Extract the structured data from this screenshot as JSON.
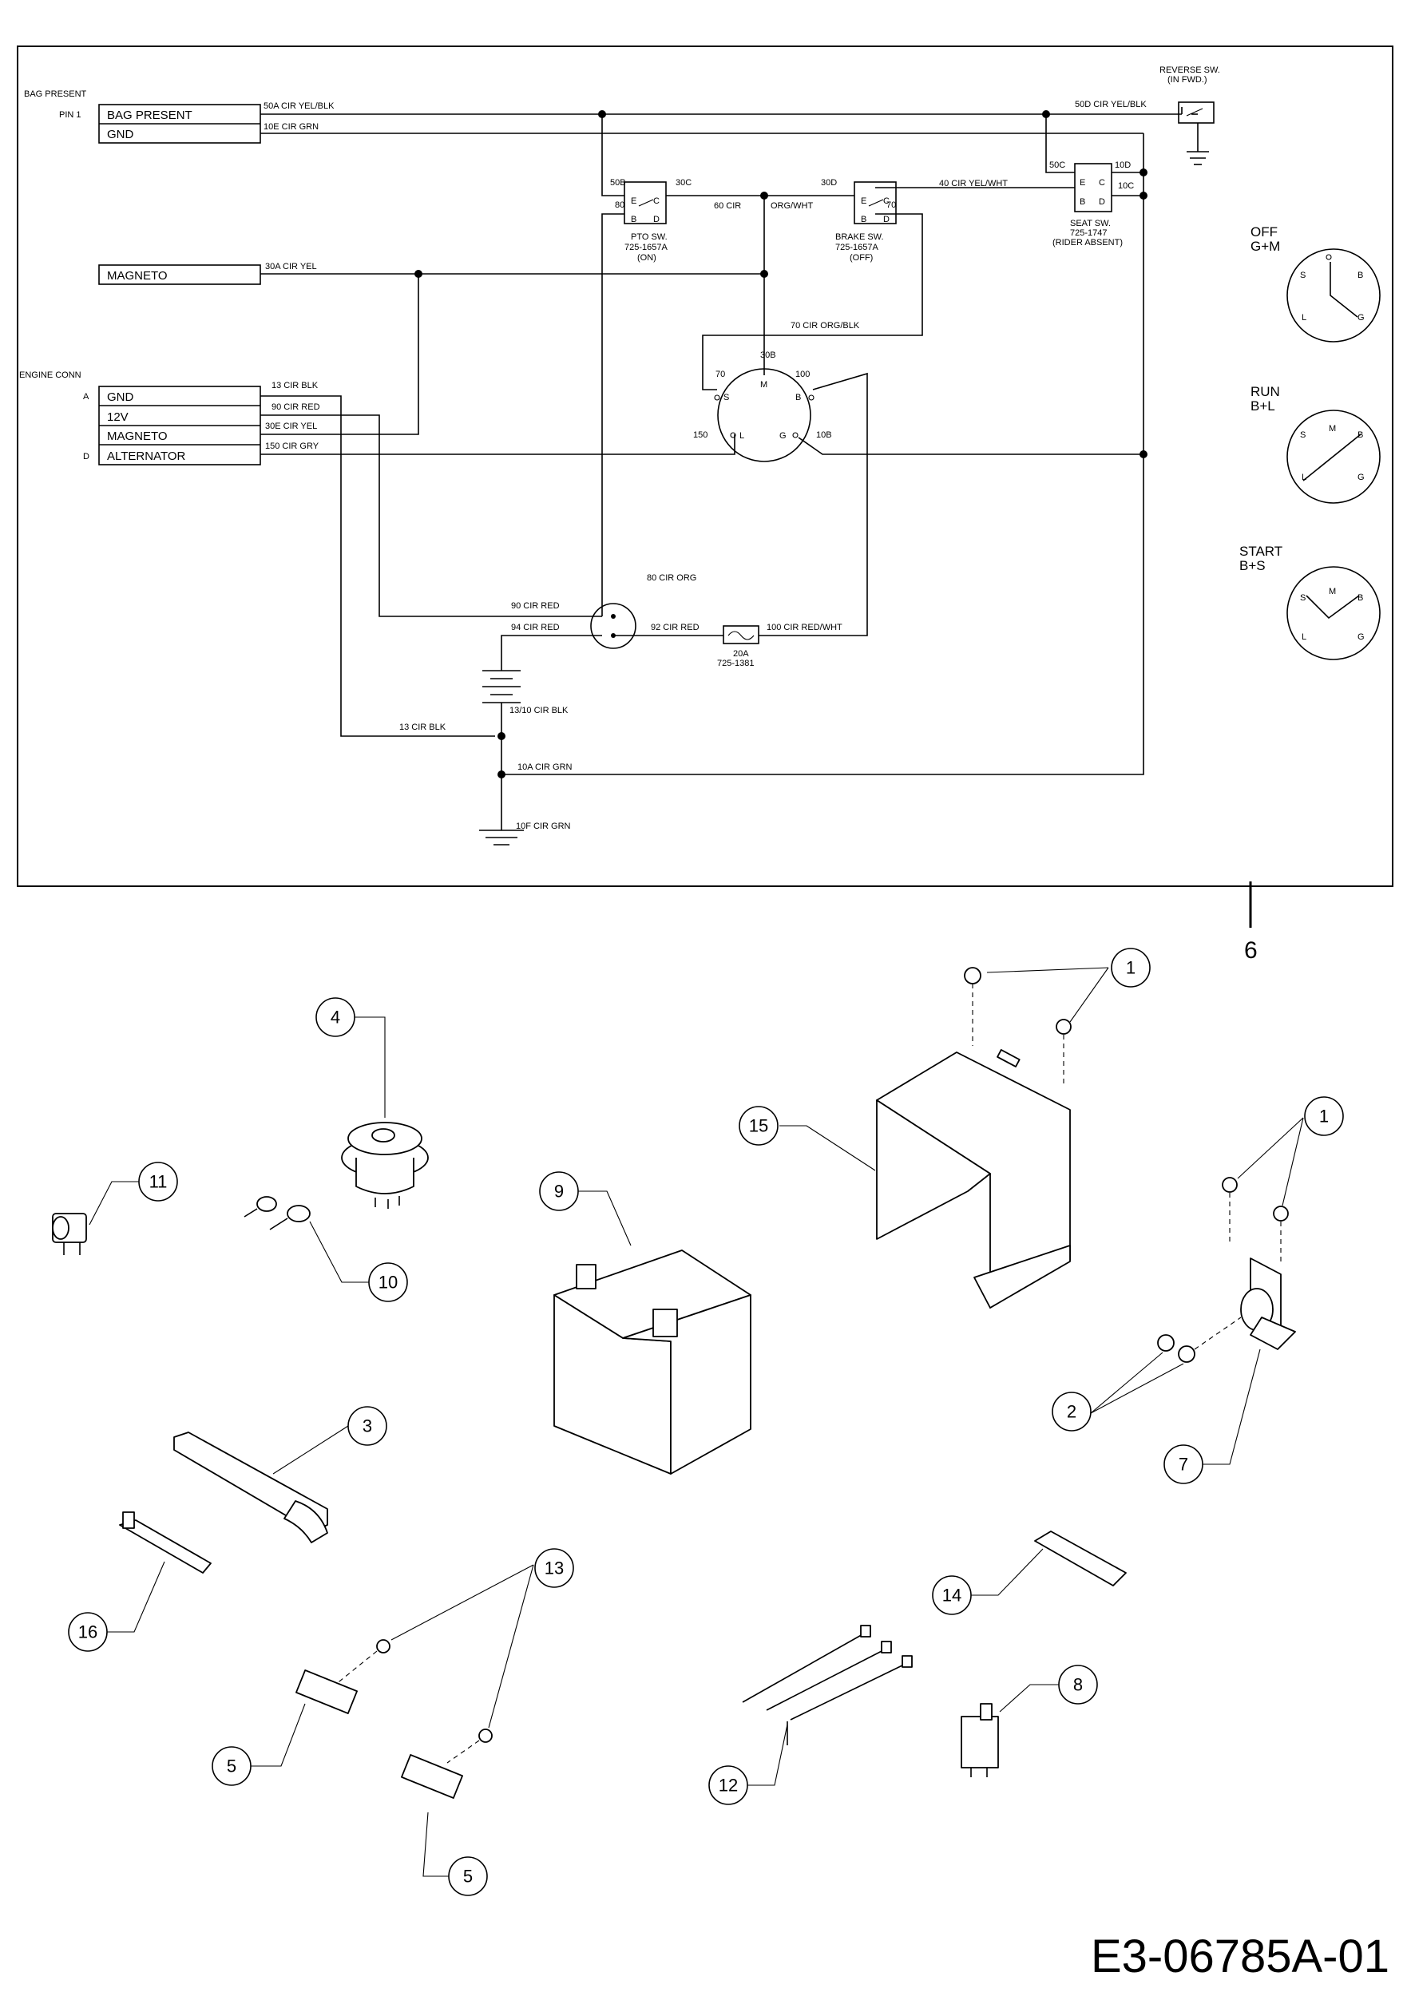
{
  "drawing_number": "E3-06785A-01",
  "border_callout": "6",
  "harness": {
    "bag_present_title": "BAG PRESENT",
    "bag_pin": "PIN 1",
    "bag_pins": [
      "BAG PRESENT",
      "GND"
    ],
    "magneto_box": "MAGNETO",
    "engine_conn_title": "ENGINE CONN",
    "engine_pin_letters": [
      "A",
      "D"
    ],
    "engine_pins": [
      "GND",
      "12V",
      "MAGNETO",
      "ALTERNATOR"
    ]
  },
  "wires": {
    "w50a": "50A CIR YEL/BLK",
    "w10e": "10E CIR GRN",
    "w50d": "50D CIR YEL/BLK",
    "w30a": "30A CIR YEL",
    "w13": "13 CIR BLK",
    "w90": "90 CIR RED",
    "w30e": "30E CIR YEL",
    "w150": "150 CIR GRY",
    "w60": "60 CIR",
    "w60b": "ORG/WHT",
    "w40": "40 CIR YEL/WHT",
    "w70": "70 CIR ORG/BLK",
    "w80": "80 CIR ORG",
    "w90b": "90 CIR RED",
    "w94": "94 CIR RED",
    "w92": "92 CIR RED",
    "w100": "100 CIR RED/WHT",
    "w13b": "13 CIR BLK",
    "w1310": "13/10 CIR BLK",
    "w10a": "10A CIR GRN",
    "w10f": "10F CIR GRN"
  },
  "nodes": {
    "n50b": "50B",
    "n30c": "30C",
    "n80": "80",
    "n30d": "30D",
    "n70a": "70",
    "n50c": "50C",
    "n10d": "10D",
    "n10c": "10C",
    "n70": "70",
    "n30b": "30B",
    "n100": "100",
    "n150": "150",
    "n10b": "10B"
  },
  "switches": {
    "pto": [
      "PTO SW.",
      "725-1657A",
      "(ON)"
    ],
    "brake": [
      "BRAKE SW.",
      "725-1657A",
      "(OFF)"
    ],
    "seat": [
      "SEAT SW.",
      "725-1747",
      "(RIDER ABSENT)"
    ],
    "reverse": [
      "REVERSE SW.",
      "(IN FWD.)"
    ],
    "contact_letters": [
      "E",
      "C",
      "B",
      "D"
    ]
  },
  "ignition": {
    "letters": [
      "M",
      "S",
      "B",
      "L",
      "G"
    ]
  },
  "fuse": [
    "20A",
    "725-1381"
  ],
  "key_positions": [
    {
      "name": "OFF",
      "combo": "G+M"
    },
    {
      "name": "RUN",
      "combo": "B+L"
    },
    {
      "name": "START",
      "combo": "B+S"
    }
  ],
  "callouts": [
    "1",
    "1",
    "2",
    "3",
    "4",
    "5",
    "5",
    "7",
    "8",
    "9",
    "10",
    "11",
    "12",
    "13",
    "14",
    "15",
    "16"
  ]
}
